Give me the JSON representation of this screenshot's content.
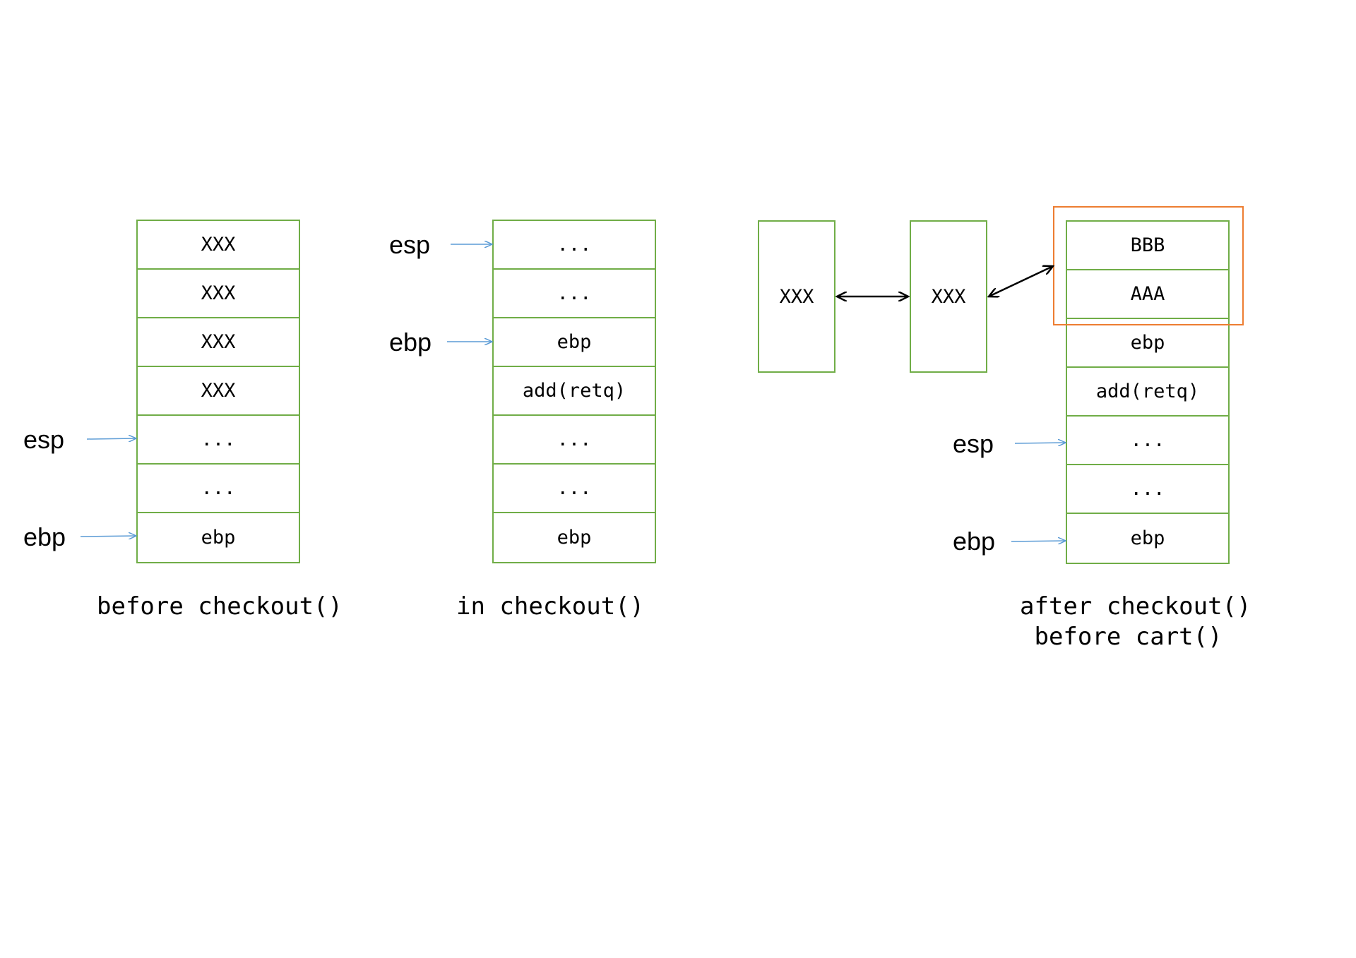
{
  "stacks": [
    {
      "cells": [
        "XXX",
        "XXX",
        "XXX",
        "XXX",
        "...",
        "...",
        "ebp"
      ],
      "caption": "before checkout()"
    },
    {
      "cells": [
        "...",
        "...",
        "ebp",
        "add(retq)",
        "...",
        "...",
        "ebp"
      ],
      "caption": "in checkout()"
    },
    {
      "cells": [
        "BBB",
        "AAA",
        "ebp",
        "add(retq)",
        "...",
        "...",
        "ebp"
      ],
      "caption": "after checkout()\n before cart()"
    }
  ],
  "registers": {
    "esp": "esp",
    "ebp": "ebp"
  },
  "linked_boxes": [
    "XXX",
    "XXX"
  ],
  "colors": {
    "cell_border": "#70ad47",
    "highlight_border": "#ed7d31",
    "pointer_arrow": "#5b9bd5",
    "link_arrow": "#000000"
  }
}
